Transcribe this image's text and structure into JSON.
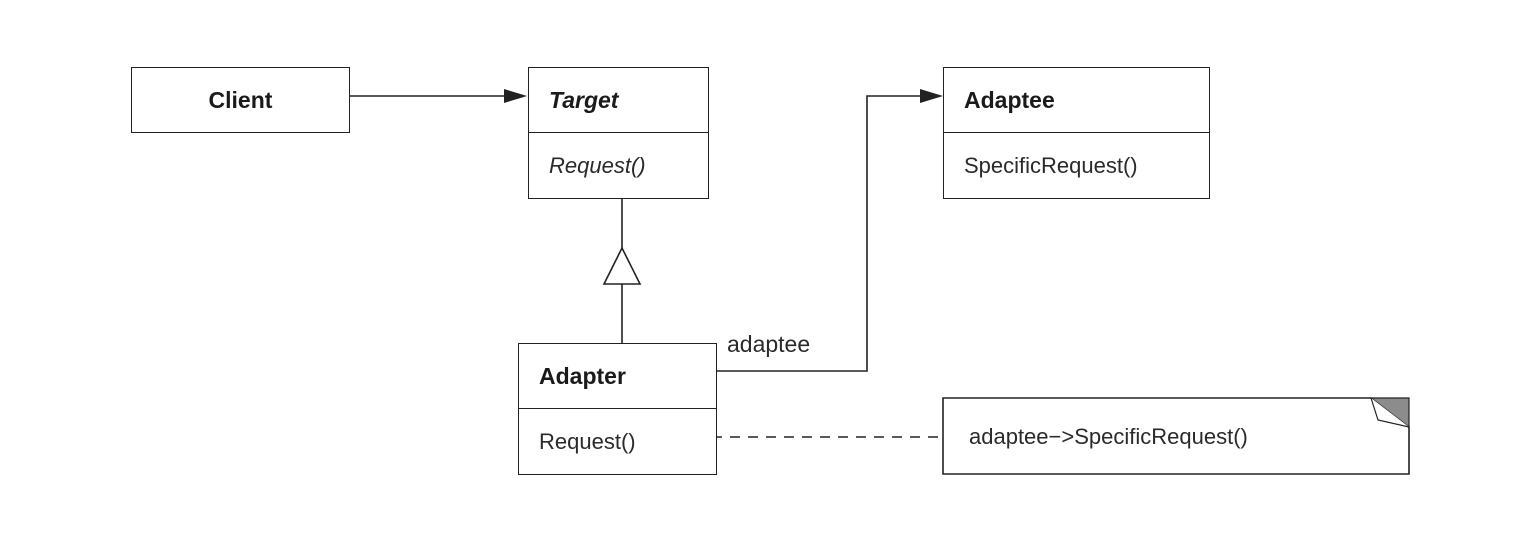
{
  "classes": {
    "client": {
      "name": "Client"
    },
    "target": {
      "name": "Target",
      "operation": "Request()"
    },
    "adaptee": {
      "name": "Adaptee",
      "operation": "SpecificRequest()"
    },
    "adapter": {
      "name": "Adapter",
      "operation": "Request()"
    }
  },
  "associations": {
    "adapter_to_adaptee": {
      "role": "adaptee"
    }
  },
  "note": {
    "text": "adaptee−>SpecificRequest()"
  },
  "colors": {
    "line": "#222222",
    "note_fold": "#8c8c8c"
  }
}
